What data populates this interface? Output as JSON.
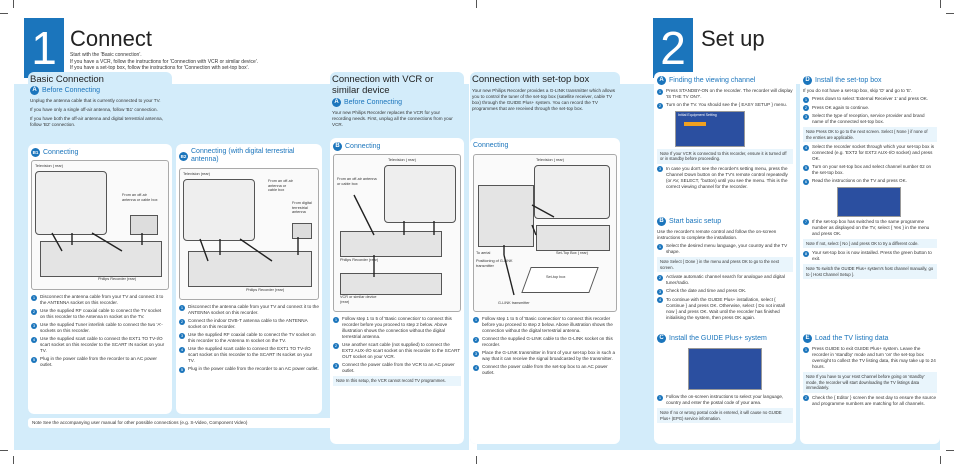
{
  "connect": {
    "number": "1",
    "title": "Connect",
    "intro": [
      "Start with the 'Basic connection'.",
      "If you have a VCR, follow the instructions for 'Connection with VCR or similar device'.",
      "If you have a set-top box, follow the instructions for 'Connection with set-top box'."
    ],
    "basic": {
      "title": "Basic Connection",
      "before_label": "A",
      "before_title": "Before Connecting",
      "before_text": [
        "Unplug the antenna cable that is currently connected to your TV.",
        "If you have only a single off-air antenna, follow 'B1' connection.",
        "If you have both the off-air antenna and digital terrestrial antenna, follow 'B2' connection."
      ],
      "b1_label": "B1",
      "b1_title": "Connecting",
      "b1_tv": "Television ( rear)",
      "b1_antenna": "From an off-air antenna or cable box",
      "b1_recorder": "Philips Recorder (rear)",
      "b1_steps": [
        "Disconnect the antenna cable from your TV and connect it to the ANTENNA socket on this recorder.",
        "Use the supplied RF coaxial cable to connect the TV socket on this recorder to the Antenna In socket on the TV.",
        "Use the supplied Tuner interlink cable to connect the two 'A'-sockets on this recorder.",
        "Use the supplied scart cable to connect the EXT1 TO TV-I/O scart socket on this recorder to the SCART IN socket on your TV.",
        "Plug in the power cable from the recorder to an AC power outlet."
      ],
      "b2_label": "B2",
      "b2_title": "Connecting (with digital terrestrial antenna)",
      "b2_tv": "Television (rear)",
      "b2_antenna1": "From an off-air antenna or cable box",
      "b2_antenna2": "From digital terrestrial antenna",
      "b2_recorder": "Philips Recorder (rear)",
      "b2_steps": [
        "Disconnect the antenna cable from your TV and connect it to the ANTENNA socket on this recorder.",
        "Connect the indoor DVB-T antenna cable to the ANTENNA socket on this recorder.",
        "Use the supplied RF coaxial cable to connect the TV socket on this recorder to the Antenna In socket on the TV.",
        "Use the supplied scart cable to connect the EXT1 TO TV-I/O scart socket on this recorder to the SCART IN socket on your TV.",
        "Plug in the power cable from the recorder to an AC power outlet."
      ],
      "note": "Note  See the accompanying user manual for other possible connections (e.g. S-Video, Component Video)"
    },
    "vcr": {
      "title": "Connection with VCR or similar device",
      "before_label": "A",
      "before_title": "Before Connecting",
      "before_text": "Your new Philips Recorder replaces the VCR for your recording needs. First, unplug all the connections from your VCR.",
      "b_label": "B",
      "b_title": "Connecting",
      "tv": "Television ( rear)",
      "antenna": "From an off-air antenna or cable box",
      "recorder": "Philips Recorder (rear)",
      "vcr_label": "VCR or similar device (rear)",
      "steps": [
        "Follow step 1 to 5 of 'Basic connection' to connect this recorder before you proceed to step 2 below. Above illustration shows the connection without the digital terrestrial antenna.",
        "Use another scart cable (not supplied) to connect the EXT2 AUX-I/O scart socket on this recorder to the SCART OUT socket on your VCR.",
        "Connect the power cable from the VCR to an AC power outlet."
      ],
      "note": "Note  In this setup, the VCR cannot record TV programmes."
    },
    "stb": {
      "title": "Connection with set-top box",
      "intro": "Your new Philips Recorder provides a G-LINK transmitter which allows you to control the tuner of the set-top box (satellite receiver, cable TV box) through the GUIDE Plus+ system. You can record the TV programmes that are received through the set-top box.",
      "connect_title": "Connecting",
      "tv": "Television ( rear)",
      "to_aerial": "To aerial",
      "stb_rear": "Set-Top Box ( rear)",
      "positioning": "Positioning of G-LINK transmitter",
      "settop": "Set-top box",
      "glink": "G-LINK transmitter",
      "steps": [
        "Follow step 1 to 5 of 'Basic connection' to connect this recorder before you proceed to step 2 below. Above illustration shows the connection without the digital terrestrial antenna.",
        "Connect the supplied G-LINK cable to the G-LINK socket on this recorder.",
        "Place the G-LINK transmitter in front of your set-top box in such a way that it can receive the signal broadcasted by the transmitter.",
        "Connect the power cable from the set-top box to an AC power outlet."
      ]
    }
  },
  "setup": {
    "number": "2",
    "title": "Set up",
    "a": {
      "label": "A",
      "title": "Finding the viewing channel",
      "steps": [
        "Press STANDBY-ON on the recorder. The recorder will display 'IS THE TV ON?'.",
        "Turn on the TV. You should see the { EASY SETUP } menu."
      ],
      "screen_title": "Initial Equipment Setting",
      "note": "Note  If your VCR is connected to this recorder, ensure it is turned off or in standby before proceeding.",
      "steps2": [
        "In case you don't see the recorder's setting menu, press the Channel Down button on the TV's remote control repeatedly (or AV, SELECT, °button) until you see the menu. This is the correct viewing channel for the recorder."
      ]
    },
    "b": {
      "label": "B",
      "title": "Start basic setup",
      "intro": "Use the recorder's remote control and follow the on-screen instructions to complete the installation.",
      "steps": [
        "Select the desired menu language, your country and the TV shape.",
        "Activate automatic channel search for analogue and digital tuner/radio.",
        "Check the date and time and press OK.",
        "To continue with the GUIDE Plus+ installation, select { Continue } and press OK. Otherwise, select { Do not install now } and press OK. Wait until the recorder has finished initialising the system, then press OK again."
      ],
      "note": "Note  Select { Done } in the menu and press OK to go to the next screen."
    },
    "c": {
      "label": "C",
      "title": "Install the GUIDE Plus+ system",
      "steps": [
        "Follow the on-screen instructions to select your language, country and enter the postal code of your area."
      ],
      "note": "Note  If no or wrong postal code is entered, it will cause no GUIDE Plus+ (EPG) service information."
    },
    "d": {
      "label": "D",
      "title": "Install the set-top box",
      "intro": "If you do not have a set-top box, skip 'D' and go to 'E'.",
      "steps": [
        "Press down to select 'External Receiver 1' and press OK.",
        "Press OK again to continue.",
        "Select the type of reception, service provider and brand name of the connected set-top box.",
        "Select the recorder socket through which your set-top box is connected (e.g. 'EXT2 for EXT2 AUX-I/O socket) and press OK.",
        "Turn on your set-top box and select channel number 02 on the set-top box.",
        "Read the instructions on the TV and press OK.",
        "If the set-top box has switched to the same programme number as displayed on the TV, select { Yes } in the menu and press OK.",
        "Your set-top box is now installed. Press the green button to exit."
      ],
      "note1": "Note  Press OK to go to the next screen. Select { None } if none of the entries are applicable.",
      "note2": "Note  If not, select { No } and press OK to try a different code.",
      "note3": "Note  To switch the GUIDE Plus+ system's host channel manually, go to { Host Channel Setup }."
    },
    "e": {
      "label": "E",
      "title": "Load the TV listing data",
      "steps": [
        "Press GUIDE to exit GUIDE Plus+ system. Leave the recorder in 'standby' mode and turn 'on' the set-top box overnight to collect the TV listing data, this may take up to 24 hours.",
        "Check the { Editor } screen the next day to ensure the source and programme numbers are matching for all channels."
      ],
      "note": "Note  If you have to your Host Channel before going on 'standby' mode, the recorder will start downloading the TV listings data immediately."
    }
  },
  "colors": {
    "accent": "#1b75bc",
    "panel": "#d3ecfa"
  }
}
